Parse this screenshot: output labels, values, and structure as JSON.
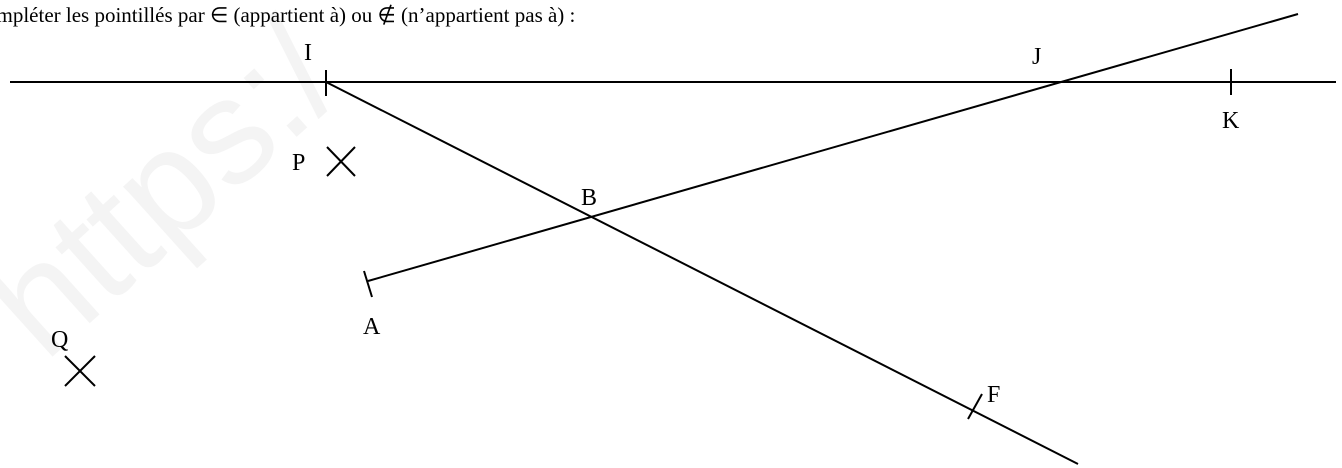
{
  "instruction": "ompléter les pointillés par ∈ (appartient à) ou ∉ (n’appartient pas à) :",
  "watermark": "https:/",
  "points": {
    "I": "I",
    "J": "J",
    "K": "K",
    "P": "P",
    "B": "B",
    "A": "A",
    "Q": "Q",
    "F": "F"
  },
  "colors": {
    "ink": "#000000",
    "background": "#ffffff",
    "watermark": "#0000000b"
  }
}
